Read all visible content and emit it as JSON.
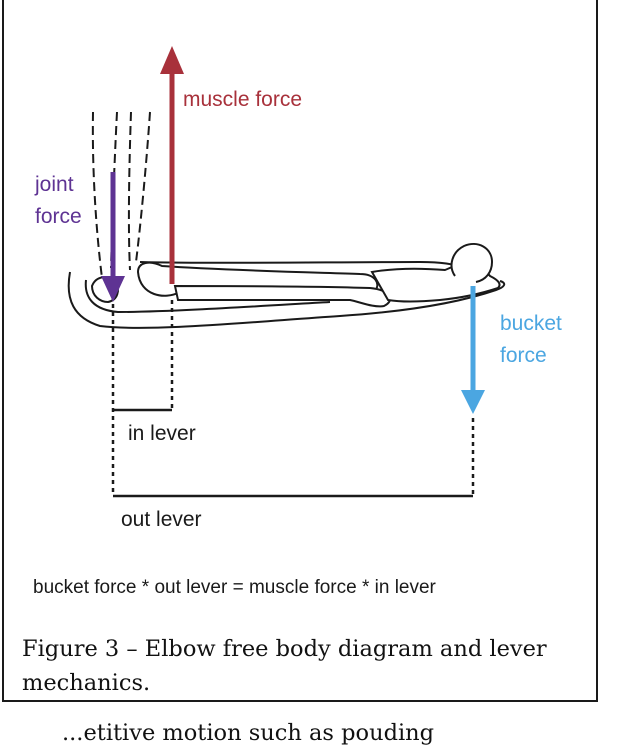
{
  "labels": {
    "muscle_force": "muscle force",
    "joint_force_line1": "joint",
    "joint_force_line2": "force",
    "bucket_force_line1": "bucket",
    "bucket_force_line2": "force",
    "in_lever": "in lever",
    "out_lever": "out lever"
  },
  "equation": "bucket force * out lever = muscle force * in lever",
  "caption": "Figure 3 – Elbow free body diagram and lever mechanics.",
  "cutoff_text": "...etitive motion such as pouding",
  "colors": {
    "muscle_force": "#a8313b",
    "joint_force": "#5e3393",
    "bucket_force": "#4ba6e1",
    "outline": "#1a1a1a"
  }
}
